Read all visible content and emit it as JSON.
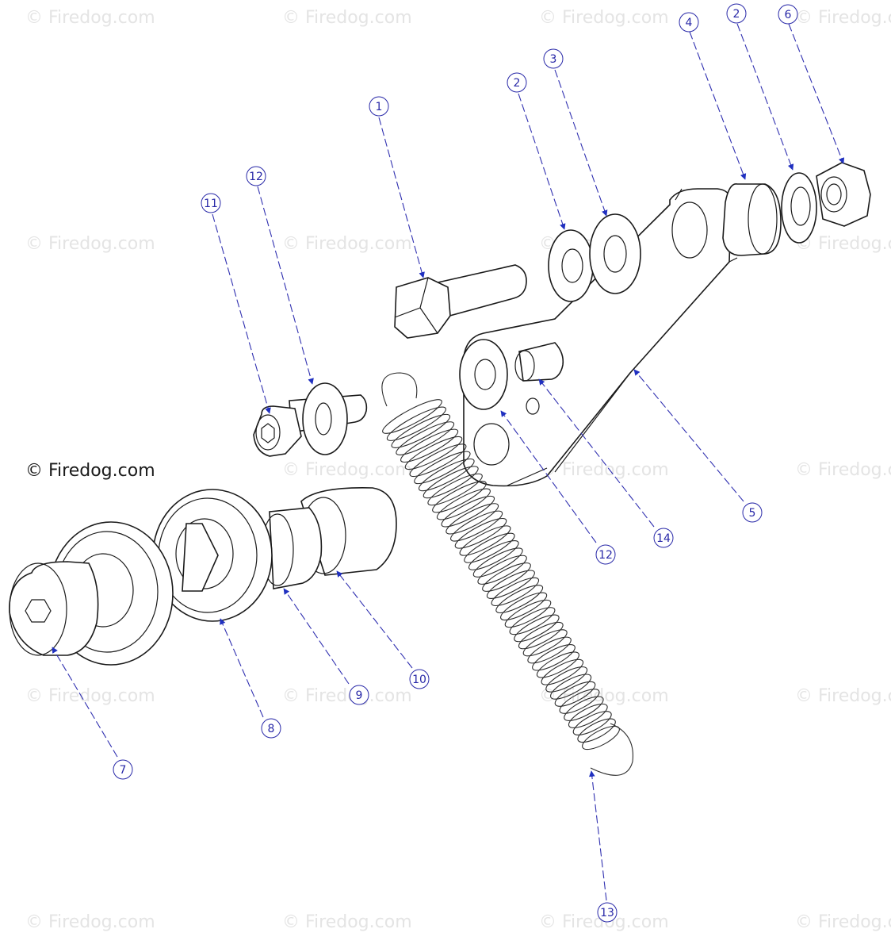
{
  "diagram": {
    "watermark_text": "© Firedog.com",
    "callouts": [
      {
        "id": "c1",
        "label": "1"
      },
      {
        "id": "c2a",
        "label": "2"
      },
      {
        "id": "c3",
        "label": "3"
      },
      {
        "id": "c4",
        "label": "4"
      },
      {
        "id": "c2b",
        "label": "2"
      },
      {
        "id": "c6",
        "label": "6"
      },
      {
        "id": "c12a",
        "label": "12"
      },
      {
        "id": "c11",
        "label": "11"
      },
      {
        "id": "c5",
        "label": "5"
      },
      {
        "id": "c14",
        "label": "14"
      },
      {
        "id": "c12b",
        "label": "12"
      },
      {
        "id": "c10",
        "label": "10"
      },
      {
        "id": "c9",
        "label": "9"
      },
      {
        "id": "c8",
        "label": "8"
      },
      {
        "id": "c7",
        "label": "7"
      },
      {
        "id": "c13",
        "label": "13"
      }
    ],
    "colors": {
      "callout": "#2828a8",
      "line": "#1a1a1a",
      "watermark": "#e4e4e4"
    }
  }
}
